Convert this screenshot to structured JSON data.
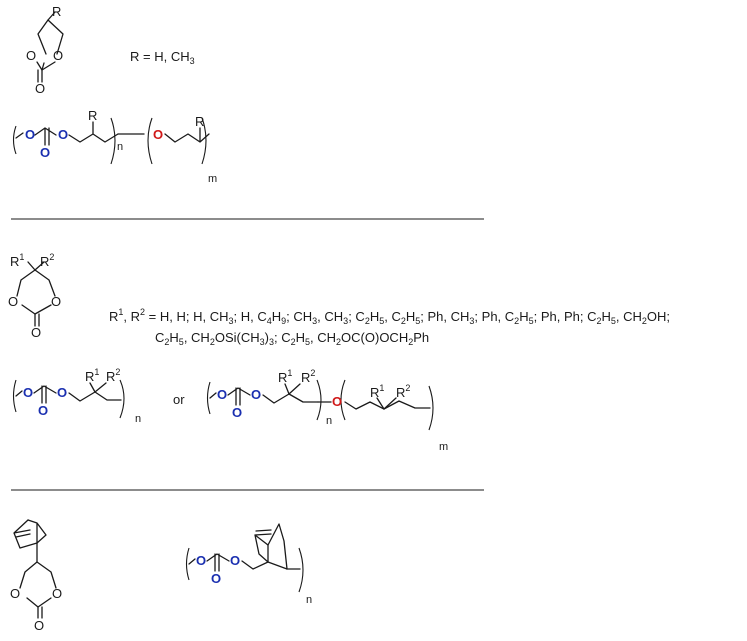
{
  "section1": {
    "monomer": {
      "R": "R",
      "O1": "O",
      "O2": "O",
      "O_carbonyl": "O"
    },
    "definition": "R = H, CH3",
    "polymer": {
      "O_blue_1": "O",
      "O_blue_2": "O",
      "O_blue_carbonyl": "O",
      "R1": "R",
      "n": "n",
      "O_red": "O",
      "R2": "R",
      "m": "m"
    }
  },
  "section2": {
    "monomer": {
      "R1": "R1",
      "R2": "R2",
      "O1": "O",
      "O2": "O",
      "O_carbonyl": "O"
    },
    "definition_line1": "R1, R2 = H, H; H, CH3; H, C4H9; CH3, CH3; C2H5, C2H5; Ph, CH3; Ph, C2H5; Ph, Ph; C2H5, CH2OH;",
    "definition_line2": "C2H5, CH2OSi(CH3)3; C2H5, CH2OC(O)OCH2Ph",
    "homopolymer": {
      "O1": "O",
      "O2": "O",
      "O3": "O",
      "R1": "R1",
      "R2": "R2",
      "n": "n"
    },
    "or": "or",
    "copolymer": {
      "O1": "O",
      "O2": "O",
      "O3": "O",
      "R1a": "R1",
      "R2a": "R2",
      "n": "n",
      "O_red": "O",
      "R1b": "R1",
      "R2b": "R2",
      "m": "m"
    }
  },
  "section3": {
    "monomer": {
      "O1": "O",
      "O2": "O",
      "O_carbonyl": "O"
    },
    "polymer": {
      "O1": "O",
      "O2": "O",
      "O3": "O",
      "n": "n"
    }
  },
  "colors": {
    "carbonate_oxygen": "#1a2fb0",
    "ether_oxygen": "#d01818",
    "bonds": "#1a1a1a"
  }
}
